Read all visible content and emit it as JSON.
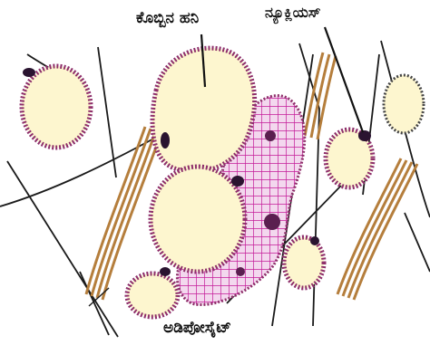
{
  "labels": {
    "fat_globule": "ಕೊಬ್ಬಿನ ಹನಿ",
    "nucleus": "ನ್ಯೂಕ್ಲಿಯಸ್",
    "adipocyte": "ಅಡಿಪೋಸೈಟ್"
  },
  "colors": {
    "fat": "#fdf6cf",
    "cell_membrane": "#8e2f6a",
    "connective_tissue": "#c51a99",
    "collagen_fiber": "#b57e3c",
    "nucleus": "#2a1430",
    "line": "#1a1a1a"
  }
}
